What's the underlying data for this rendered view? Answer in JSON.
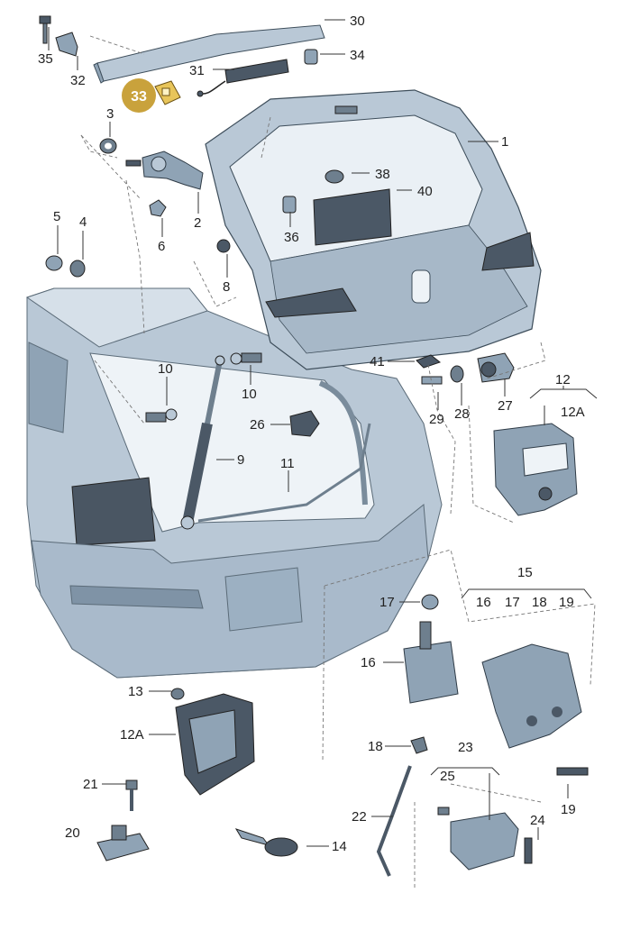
{
  "diagram": {
    "highlight": {
      "label": "33",
      "color": "#c9a23c"
    },
    "colors": {
      "body": "#b9c8d6",
      "body_shade": "#8fa3b5",
      "glass": "#eaf0f5",
      "dark_part": "#4b5866"
    },
    "callouts": {
      "c1": "1",
      "c2": "2",
      "c3": "3",
      "c4": "4",
      "c5": "5",
      "c6": "6",
      "c8": "8",
      "c9": "9",
      "c10a": "10",
      "c10b": "10",
      "c11": "11",
      "c12": "12",
      "c12A_top": "12A",
      "c12A_bottom": "12A",
      "c13": "13",
      "c14": "14",
      "c15": "15",
      "c16a": "16",
      "c16b": "16",
      "c17a": "17",
      "c17b": "17",
      "c18a": "18",
      "c18b": "18",
      "c19a": "19",
      "c19b": "19",
      "c20": "20",
      "c21": "21",
      "c22": "22",
      "c23": "23",
      "c24": "24",
      "c25": "25",
      "c26": "26",
      "c27": "27",
      "c28": "28",
      "c29": "29",
      "c30": "30",
      "c31": "31",
      "c32": "32",
      "c34": "34",
      "c35": "35",
      "c36": "36",
      "c38": "38",
      "c40": "40",
      "c41": "41"
    }
  }
}
